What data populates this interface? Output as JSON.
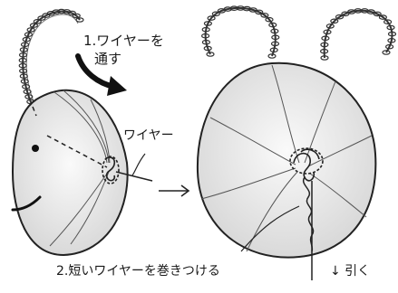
{
  "labels": {
    "step1_line1": "1.ワイヤーを",
    "step1_line2": "通す",
    "wire": "ワイヤー",
    "step2": "2.短いワイヤーを巻きつける",
    "pull": "↓ 引く"
  },
  "colors": {
    "line": "#222222",
    "fill": "#f2f2f2",
    "shade": "#d9d9d9"
  }
}
